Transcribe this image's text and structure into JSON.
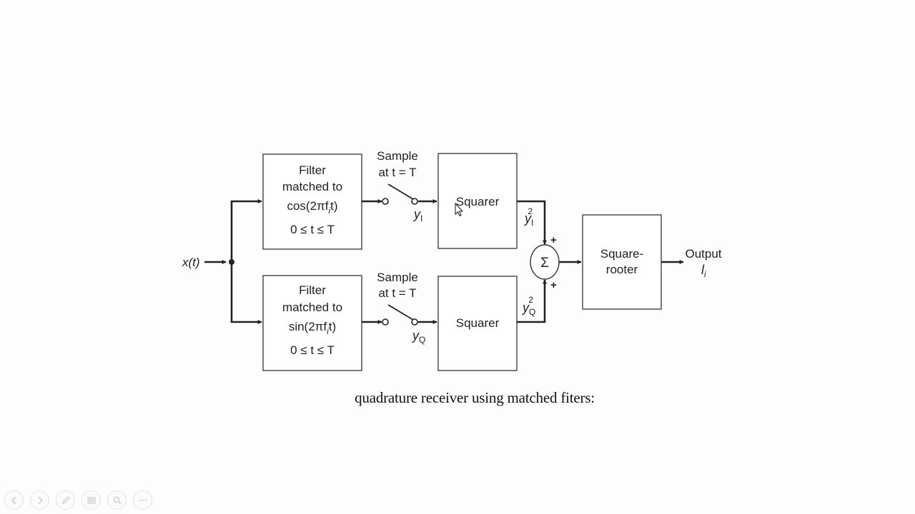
{
  "diagram": {
    "input_label": "x(t)",
    "top_filter": {
      "line1": "Filter",
      "line2": "matched to",
      "line3": "cos(2πf",
      "line3_sub": "i",
      "line3_end": "t)",
      "line4": "0 ≤ t ≤ T"
    },
    "bottom_filter": {
      "line1": "Filter",
      "line2": "matched to",
      "line3": "sin(2πf",
      "line3_sub": "i",
      "line3_end": "t)",
      "line4": "0 ≤ t ≤ T"
    },
    "top_sampler": {
      "line1": "Sample",
      "line2": "at t = T",
      "output_var": "y",
      "output_sub": "I"
    },
    "bottom_sampler": {
      "line1": "Sample",
      "line2": "at t = T",
      "output_var": "y",
      "output_sub": "Q"
    },
    "top_squarer_label": "Squarer",
    "bottom_squarer_label": "Squarer",
    "top_squared": {
      "var": "y",
      "sub": "I",
      "sup": "2"
    },
    "bottom_squared": {
      "var": "y",
      "sub": "Q",
      "sup": "2"
    },
    "summer_symbol": "Σ",
    "plus_top": "+",
    "plus_bottom": "+",
    "square_rooter": {
      "line1": "Square-",
      "line2": "rooter"
    },
    "output": {
      "line1": "Output",
      "var": "l",
      "sub": "i"
    }
  },
  "caption": "quadrature receiver using matched fiters:",
  "controls": [
    {
      "icon": "previous-icon"
    },
    {
      "icon": "next-icon"
    },
    {
      "icon": "pen-icon"
    },
    {
      "icon": "slides-icon"
    },
    {
      "icon": "zoom-icon"
    },
    {
      "icon": "more-icon"
    }
  ]
}
